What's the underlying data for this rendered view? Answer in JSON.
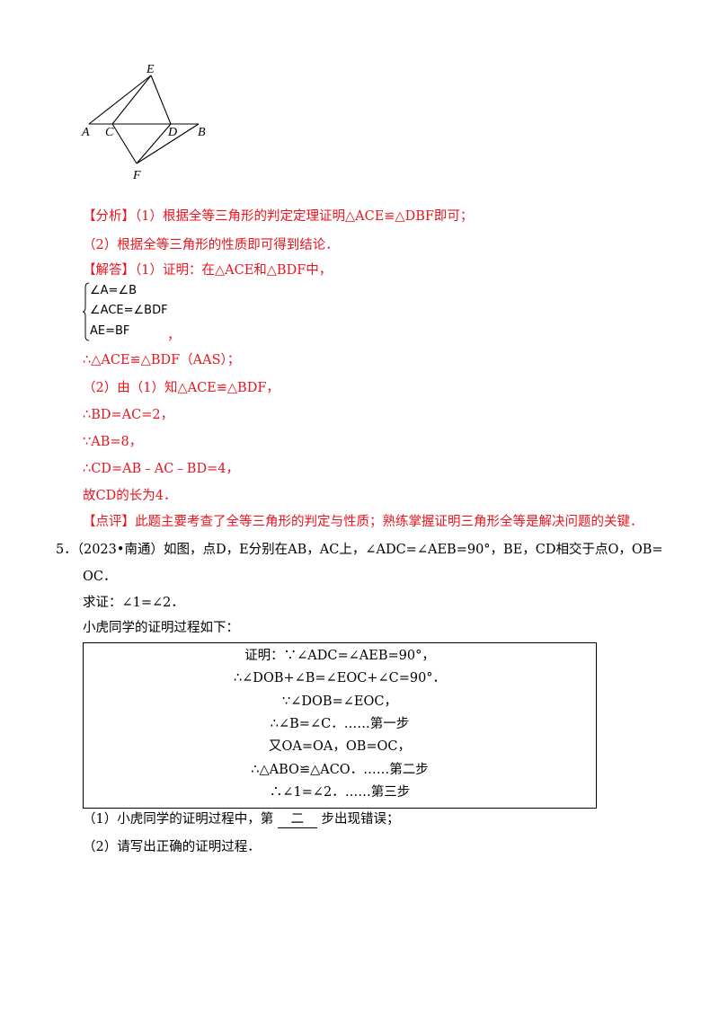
{
  "figure": {
    "labels": {
      "A": "A",
      "B": "B",
      "C": "C",
      "D": "D",
      "E": "E",
      "F": "F"
    }
  },
  "analysis": {
    "tag": "【分析】",
    "line1": "（1）根据全等三角形的判定定理证明△ACE≌△DBF即可；",
    "line2": "（2）根据全等三角形的性质即可得到结论．"
  },
  "solution": {
    "tag": "【解答】",
    "line1": "（1）证明：在△ACE和△BDF中，",
    "system": [
      "∠A=∠B",
      "∠ACE=∠BDF",
      "AE=BF"
    ],
    "system_comma": "，",
    "line2": "∴△ACE≌△BDF（AAS）；",
    "line3": "（2）由（1）知△ACE≌△BDF，",
    "line4": "∴BD=AC=2，",
    "line5": "∵AB=8，",
    "line6": "∴CD=AB﹣AC﹣BD=4，",
    "line7": "故CD的长为4．"
  },
  "review": {
    "tag": "【点评】",
    "text": "此题主要考查了全等三角形的判定与性质；熟练掌握证明三角形全等是解决问题的关键．"
  },
  "problem5": {
    "number": "5．",
    "line1": "（2023•南通）如图，点D，E分别在AB，AC上，∠ADC=∠AEB=90°，BE，CD相交于点O，OB=",
    "line2": "OC．",
    "prove": "求证：∠1=∠2．",
    "intro": "小虎同学的证明过程如下：",
    "box": [
      "证明：∵∠ADC=∠AEB=90°，",
      "∴∠DOB+∠B=∠EOC+∠C=90°．",
      "∵∠DOB=∠EOC，",
      "∴∠B=∠C．……第一步",
      "又OA=OA，OB=OC，",
      "∴△ABO≌△ACO．……第二步",
      "∴∠1=∠2．……第三步"
    ],
    "q1_before": "（1）小虎同学的证明过程中，第",
    "q1_blank": "二",
    "q1_after": "步出现错误；",
    "q2": "（2）请写出正确的证明过程．"
  }
}
